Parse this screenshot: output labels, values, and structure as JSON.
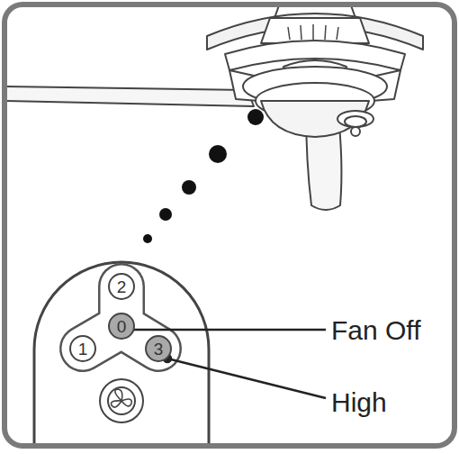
{
  "diagram": {
    "nodes": [
      {
        "text": [
          "2"
        ]
      },
      {
        "text": [
          "0"
        ]
      },
      {
        "text": [
          "1"
        ]
      },
      {
        "text": [
          "3"
        ]
      }
    ],
    "labels": [
      "Fan Off",
      "High"
    ]
  }
}
